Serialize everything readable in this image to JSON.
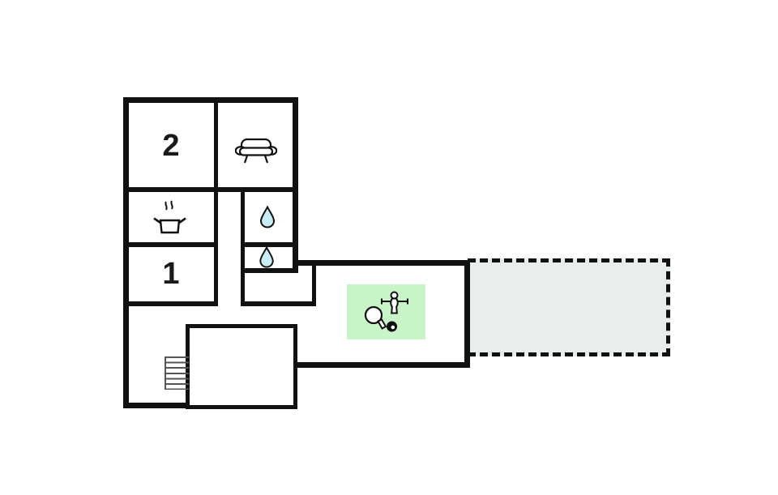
{
  "floorplan": {
    "rooms": {
      "bedroom2": {
        "label": "2"
      },
      "bedroom1": {
        "label": "1"
      },
      "lounge": {
        "icon": "sofa-icon"
      },
      "kitchen": {
        "icon": "cooking-pot-icon"
      },
      "bathroom_upper": {
        "icon": "water-drop-icon"
      },
      "bathroom_lower": {
        "icon": "water-drop-icon"
      },
      "game_area": {
        "icons": [
          "table-tennis-paddle-icon",
          "foosball-player-icon",
          "billiard-ball-icon"
        ]
      },
      "terrace": {
        "outline": "dashed"
      },
      "stairs": {
        "icon": "stairs-icon"
      }
    },
    "colors": {
      "wall": "#111111",
      "background": "#ffffff",
      "water-drop": "#c8edf4",
      "game-area": "#c9f4c7",
      "terrace": "#e9edeb",
      "stairs-line": "#555555"
    }
  }
}
